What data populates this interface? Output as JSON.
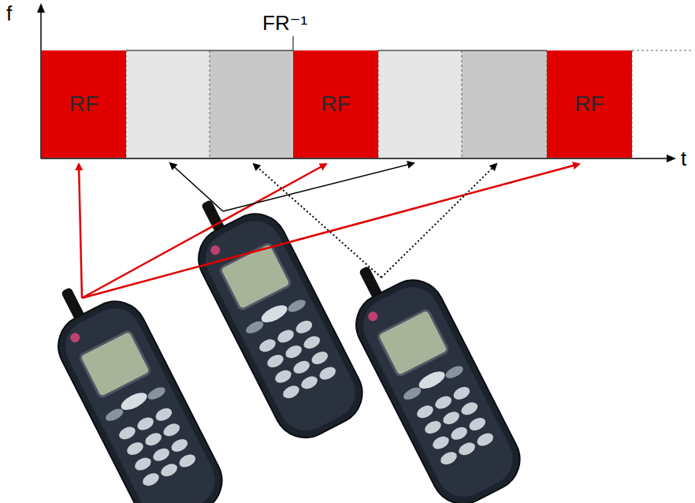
{
  "diagram": {
    "nodes": [
      {
        "text": [
          "RF"
        ]
      },
      {
        "text": [
          "RF"
        ]
      },
      {
        "text": [
          "RF"
        ]
      }
    ],
    "labels": [
      "f",
      "FR⁻¹",
      "t"
    ]
  }
}
